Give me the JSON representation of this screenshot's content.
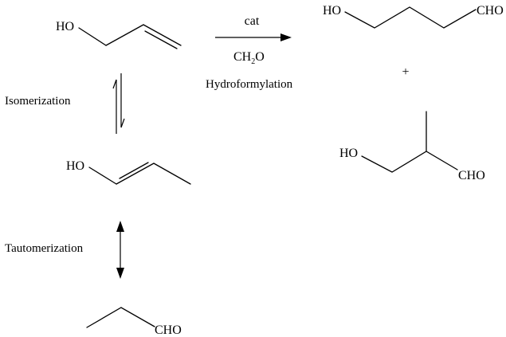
{
  "scheme": {
    "start_material": {
      "ho_label": "HO"
    },
    "forward_arrow": {
      "catalyst_label": "cat",
      "reagent_main": "CH",
      "reagent_subscript": "2",
      "reagent_tail": "O"
    },
    "process_label": "Hydroformylation",
    "product_linear": {
      "ho_label": "HO",
      "cho_label": "CHO"
    },
    "plus_sign": "+",
    "product_branched": {
      "ho_label": "HO",
      "cho_label": "CHO"
    },
    "isomerization_label": "Isomerization",
    "enol_intermediate": {
      "ho_label": "HO"
    },
    "tautomerization_label": "Tautomerization",
    "aldehyde_product": {
      "cho_label": "CHO"
    }
  }
}
